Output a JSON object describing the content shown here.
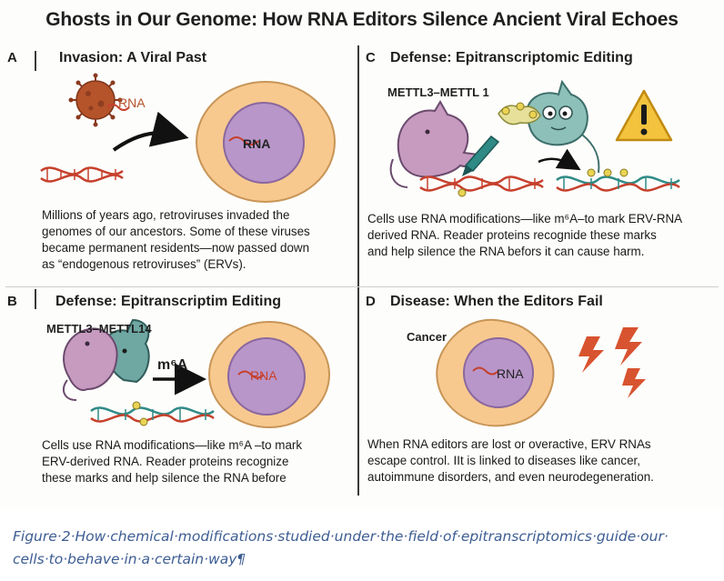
{
  "title": "Ghosts in Our Genome: How RNA Editors Silence Ancient Viral Echoes",
  "panels": {
    "a": {
      "letter": "A",
      "title": "Invasion: A Viral Past",
      "virus_label": "RNA",
      "cell_label": "RNA",
      "text": [
        "Millions of years ago, retroviruses invaded the",
        "genomes of our ancestors. Some of these viruses",
        "became permanent residents—now passed down",
        "as “endogenous retroviruses” (ERVs)."
      ]
    },
    "b": {
      "letter": "B",
      "title": "Defense: Epitranscriptim Editing",
      "complex_label": "METTL3–METTL14",
      "mark_label": "m⁶A",
      "cell_label": "RNA",
      "text": [
        "Cells use RNA modifications—like m⁶A –to mark",
        "ERV-derived RNA. Reader proteins recognize",
        "these marks and help silence the RNA before"
      ]
    },
    "c": {
      "letter": "C",
      "title": "Defense: Epitranscriptomic Editing",
      "complex_label": "METTL3–METTL 1",
      "text": [
        "Cells use RNA modifications—like m⁶A–to mark ERV-RNA",
        "derived RNA. Reader proteins recognide these marks",
        "and help silence the RNA befors it can cause harm."
      ]
    },
    "d": {
      "letter": "D",
      "title": "Disease: When the Editors Fail",
      "cancer_label": "Cancer",
      "cell_label": "RNA",
      "text": [
        "When RNA editors are lost or overactive, ERV RNAs",
        "escape control. IIt is linked to diseases like cancer,",
        "autoimmune disorders, and even neurodegeneration."
      ]
    }
  },
  "caption": [
    "Figure·2·How·chemical·modifications·studied·under·the·field·of·epitranscriptomics·guide·our·",
    "cells·to·behave·in·a·certain·way¶"
  ],
  "colors": {
    "cell_membrane": "#f7c98f",
    "nucleus": "#b896c9",
    "virus": "#b5532b",
    "rna_red": "#c6402c",
    "rna_teal": "#2f8a86",
    "protein_pink": "#c79ac0",
    "protein_teal": "#6fa7a3",
    "warning": "#f3c33e",
    "lightning": "#d8532f",
    "caption_text": "#3d5d93"
  }
}
